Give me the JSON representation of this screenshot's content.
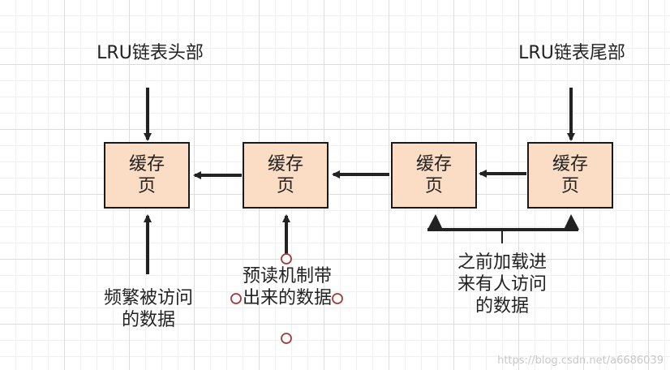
{
  "header_labels": {
    "head": "LRU链表头部",
    "tail": "LRU链表尾部"
  },
  "pages": [
    {
      "label": "缓存页"
    },
    {
      "label": "缓存页"
    },
    {
      "label": "缓存页"
    },
    {
      "label": "缓存页"
    }
  ],
  "annotations": {
    "frequent": "频繁被访问的数据",
    "prefetch": "预读机制带出来的数据",
    "previous": "之前加载进来有人访问的数据"
  },
  "watermark": "https://blog.csdn.net/a6686039",
  "colors": {
    "box_fill": "#fbdcc5",
    "box_border": "#1a1a1a",
    "arrow": "#222222",
    "handle": "#a33a3a"
  }
}
